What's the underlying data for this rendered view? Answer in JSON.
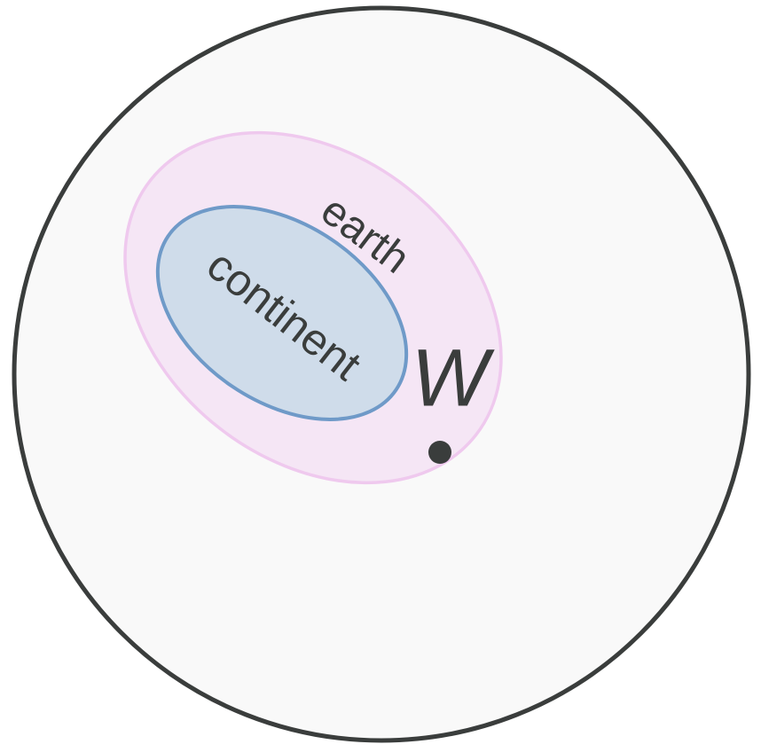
{
  "diagram": {
    "labels": {
      "outer_set": "earth",
      "inner_set": "continent",
      "point": "W"
    },
    "colors": {
      "universe_fill": "#f9f9f9",
      "universe_stroke": "#3a3d3c",
      "earth_fill": "#f5e6f5",
      "earth_stroke": "#efc9ee",
      "continent_fill": "#cfdcea",
      "continent_stroke": "#6f9ac8",
      "point_fill": "#3a3d3c",
      "text": "#3a3d3c"
    }
  }
}
